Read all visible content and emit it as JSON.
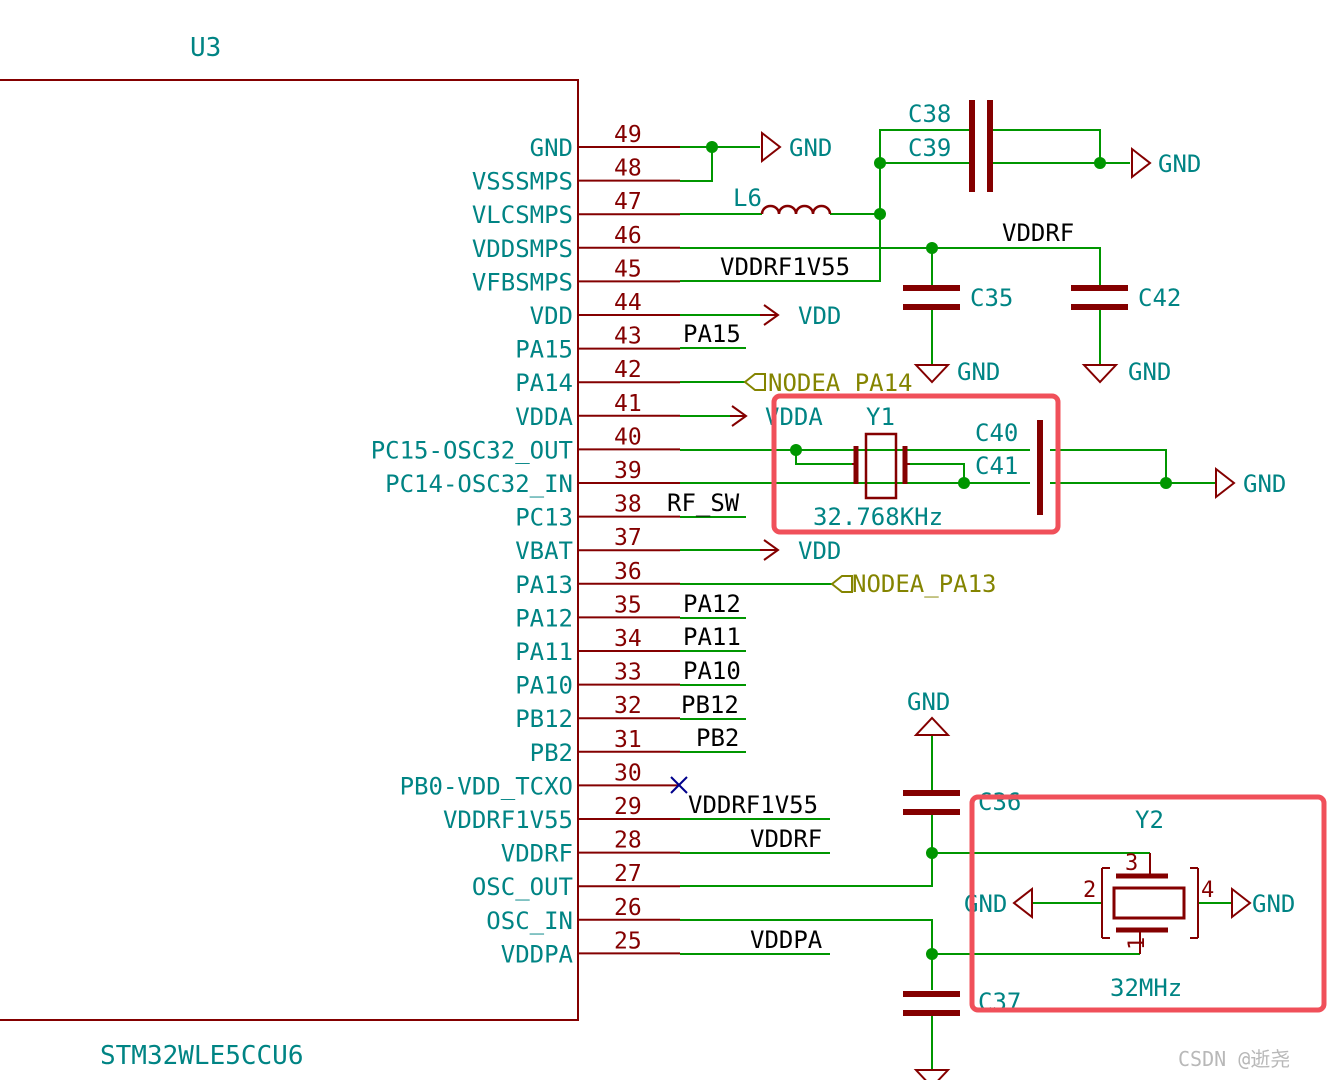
{
  "ic": {
    "ref": "U3",
    "part": "STM32WLE5CCU6",
    "pins": [
      {
        "num": "49",
        "name": "GND"
      },
      {
        "num": "48",
        "name": "VSSSMPS"
      },
      {
        "num": "47",
        "name": "VLCSMPS"
      },
      {
        "num": "46",
        "name": "VDDSMPS"
      },
      {
        "num": "45",
        "name": "VFBSMPS"
      },
      {
        "num": "44",
        "name": "VDD"
      },
      {
        "num": "43",
        "name": "PA15"
      },
      {
        "num": "42",
        "name": "PA14"
      },
      {
        "num": "41",
        "name": "VDDA"
      },
      {
        "num": "40",
        "name": "PC15-OSC32_OUT"
      },
      {
        "num": "39",
        "name": "PC14-OSC32_IN"
      },
      {
        "num": "38",
        "name": "PC13"
      },
      {
        "num": "37",
        "name": "VBAT"
      },
      {
        "num": "36",
        "name": "PA13"
      },
      {
        "num": "35",
        "name": "PA12"
      },
      {
        "num": "34",
        "name": "PA11"
      },
      {
        "num": "33",
        "name": "PA10"
      },
      {
        "num": "32",
        "name": "PB12"
      },
      {
        "num": "31",
        "name": "PB2"
      },
      {
        "num": "30",
        "name": "PB0-VDD_TCXO"
      },
      {
        "num": "29",
        "name": "VDDRF1V55"
      },
      {
        "num": "28",
        "name": "VDDRF"
      },
      {
        "num": "27",
        "name": "OSC_OUT"
      },
      {
        "num": "26",
        "name": "OSC_IN"
      },
      {
        "num": "25",
        "name": "VDDPA"
      }
    ]
  },
  "labels": {
    "l_vddrf1v55_45": "VDDRF1V55",
    "l_pa15": "PA15",
    "l_rf_sw": "RF_SW",
    "l_pa12": "PA12",
    "l_pa11": "PA11",
    "l_pa10": "PA10",
    "l_pb12": "PB12",
    "l_pb2": "PB2",
    "l_vddrf1v55_29": "VDDRF1V55",
    "l_vddrf_28": "VDDRF",
    "l_vddpa": "VDDPA",
    "l_vddrf_top": "VDDRF"
  },
  "globals": {
    "nodea_pa14": "NODEA_PA14",
    "nodea_pa13": "NODEA_PA13"
  },
  "power": {
    "gnd": "GND",
    "vdd": "VDD",
    "vdda": "VDDA"
  },
  "components": {
    "l6": "L6",
    "c38": "C38",
    "c39": "C39",
    "c35": "C35",
    "c42": "C42",
    "y1": "Y1",
    "y1_val": "32.768KHz",
    "c40": "C40",
    "c41": "C41",
    "c36": "C36",
    "c37": "C37",
    "y2": "Y2",
    "y2_val": "32MHz",
    "y2_p1": "1",
    "y2_p2": "2",
    "y2_p3": "3",
    "y2_p4": "4"
  },
  "watermark": "CSDN @逝尧",
  "colors": {
    "wire": "#009600",
    "pin": "#840000",
    "text": "#008484",
    "highlight": "#f0505a"
  }
}
